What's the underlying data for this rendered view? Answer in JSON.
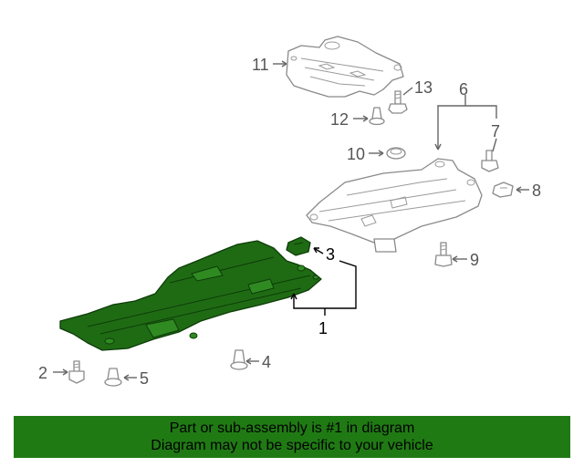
{
  "callouts": {
    "c1": "1",
    "c2": "2",
    "c3": "3",
    "c4": "4",
    "c5": "5",
    "c6": "6",
    "c7": "7",
    "c8": "8",
    "c9": "9",
    "c10": "10",
    "c11": "11",
    "c12": "12",
    "c13": "13"
  },
  "banner": {
    "line1": "Part or sub-assembly is #1 in diagram",
    "line2": "Diagram may not be specific to your vehicle"
  },
  "colors": {
    "highlight": "#1f6b14",
    "banner": "#207a14",
    "outline": "#8a8a8a"
  }
}
